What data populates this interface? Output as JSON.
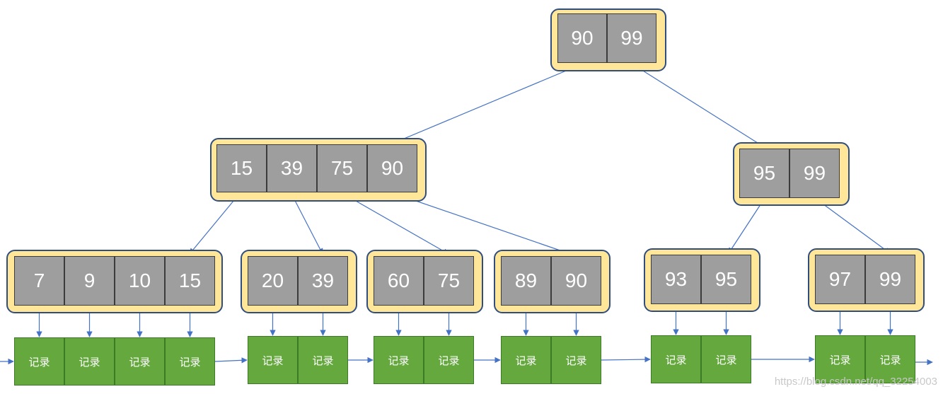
{
  "colors": {
    "node_fill": "#ffe699",
    "node_border": "#2f4d7e",
    "key_fill": "#9e9e9e",
    "record_fill": "#64a83e",
    "edge": "#4472c4"
  },
  "tree": {
    "root": {
      "keys": [
        "90",
        "99"
      ]
    },
    "level1": [
      {
        "keys": [
          "15",
          "39",
          "75",
          "90"
        ]
      },
      {
        "keys": [
          "95",
          "99"
        ]
      }
    ],
    "leaves": [
      {
        "keys": [
          "7",
          "9",
          "10",
          "15"
        ]
      },
      {
        "keys": [
          "20",
          "39"
        ]
      },
      {
        "keys": [
          "60",
          "75"
        ]
      },
      {
        "keys": [
          "89",
          "90"
        ]
      },
      {
        "keys": [
          "93",
          "95"
        ]
      },
      {
        "keys": [
          "97",
          "99"
        ]
      }
    ],
    "record_label": "记录"
  },
  "watermark": "https://blog.csdn.net/qq_32254003"
}
